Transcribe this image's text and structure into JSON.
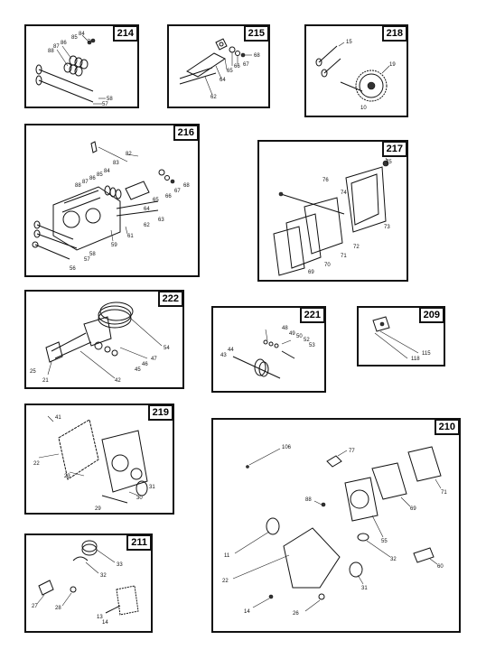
{
  "panels": {
    "p214": {
      "tag": "214",
      "labels": [
        "84",
        "85",
        "86",
        "87",
        "88",
        "58",
        "57"
      ]
    },
    "p215": {
      "tag": "215",
      "labels": [
        "68",
        "67",
        "66",
        "65",
        "64",
        "62"
      ]
    },
    "p218": {
      "tag": "218",
      "labels": [
        "15",
        "19",
        "10"
      ]
    },
    "p216": {
      "tag": "216",
      "labels": [
        "83",
        "82",
        "84",
        "85",
        "86",
        "87",
        "88",
        "58",
        "57",
        "56",
        "59",
        "61",
        "62",
        "63",
        "64",
        "65",
        "66",
        "67",
        "68"
      ]
    },
    "p217": {
      "tag": "217",
      "labels": [
        "75",
        "76",
        "74",
        "73",
        "72",
        "71",
        "70",
        "69"
      ]
    },
    "p222": {
      "tag": "222",
      "labels": [
        "54",
        "47",
        "46",
        "45",
        "42",
        "25",
        "21"
      ]
    },
    "p221": {
      "tag": "221",
      "labels": [
        "48",
        "49",
        "50",
        "52",
        "53",
        "44",
        "43"
      ]
    },
    "p209": {
      "tag": "209",
      "labels": [
        "115",
        "118"
      ]
    },
    "p219": {
      "tag": "219",
      "labels": [
        "41",
        "22",
        "23",
        "30",
        "31",
        "29"
      ]
    },
    "p210": {
      "tag": "210",
      "labels": [
        "106",
        "77",
        "71",
        "69",
        "88",
        "55",
        "32",
        "60",
        "11",
        "22",
        "31",
        "14",
        "26"
      ]
    },
    "p211": {
      "tag": "211",
      "labels": [
        "33",
        "32",
        "27",
        "28",
        "13",
        "14"
      ]
    }
  }
}
